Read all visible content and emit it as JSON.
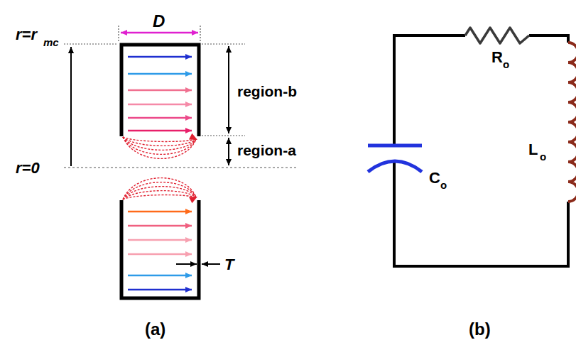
{
  "diagram": {
    "labels": [
      "r=r",
      "mc",
      "D",
      "region-b",
      "region-a",
      "r=0",
      "T",
      "(a)",
      "R",
      "o",
      "C",
      "o",
      "L",
      "o",
      "(b)"
    ]
  }
}
